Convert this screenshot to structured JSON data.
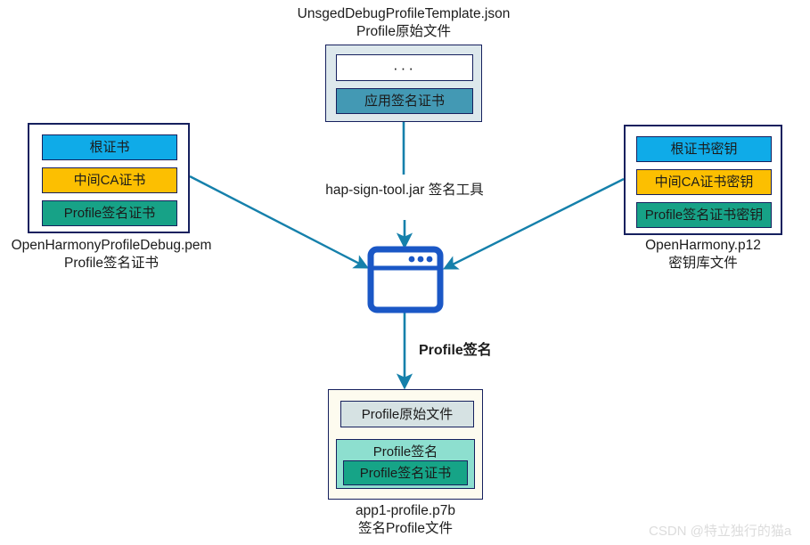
{
  "diagram": {
    "title_top": {
      "line1": "UnsgedDebugProfileTemplate.json",
      "line2": "Profile原始文件"
    },
    "top_box": {
      "ellipsis_chip": "···",
      "cert_chip": "应用签名证书"
    },
    "left_box": {
      "chips": [
        "根证书",
        "中间CA证书",
        "Profile签名证书"
      ],
      "caption_line1": "OpenHarmonyProfileDebug.pem",
      "caption_line2": "Profile签名证书"
    },
    "right_box": {
      "chips": [
        "根证书密钥",
        "中间CA证书密钥",
        "Profile签名证书密钥"
      ],
      "caption_line1": "OpenHarmony.p12",
      "caption_line2": "密钥库文件"
    },
    "tool": {
      "label_line1": "hap-sign-tool.jar",
      "label_line2": "签名工具",
      "icon": "window-app-icon"
    },
    "process_label": "Profile签名",
    "bottom_box": {
      "raw_chip": "Profile原始文件",
      "sign_chip": "Profile签名",
      "sign_cert_chip": "Profile签名证书",
      "caption_line1": "app1-profile.p7b",
      "caption_line2": "签名Profile文件"
    },
    "watermark": "CSDN @特立独行的猫a",
    "colors": {
      "arrow": "#1580ab",
      "root_cert": "#0fabe8",
      "ca_cert": "#fcbf01",
      "profile_cert": "#17a287",
      "app_cert": "#4399b4",
      "window_icon": "#1a57c6",
      "box_border": "#16205e",
      "bottom_fill": "#fdfbef"
    }
  }
}
